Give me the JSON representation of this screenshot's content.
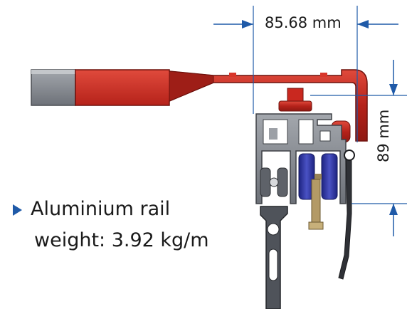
{
  "label": {
    "line1": "Aluminium rail",
    "line2": "weight: 3.92 kg/m"
  },
  "dimensions": {
    "width": "85.68 mm",
    "height": "89 mm"
  },
  "colors": {
    "accent": "#1f5aa8",
    "red_part": "#c0271f",
    "aluminium": "#8a8e93",
    "blue_wheel": "#2b2f9a",
    "bronze": "#b39a66"
  }
}
